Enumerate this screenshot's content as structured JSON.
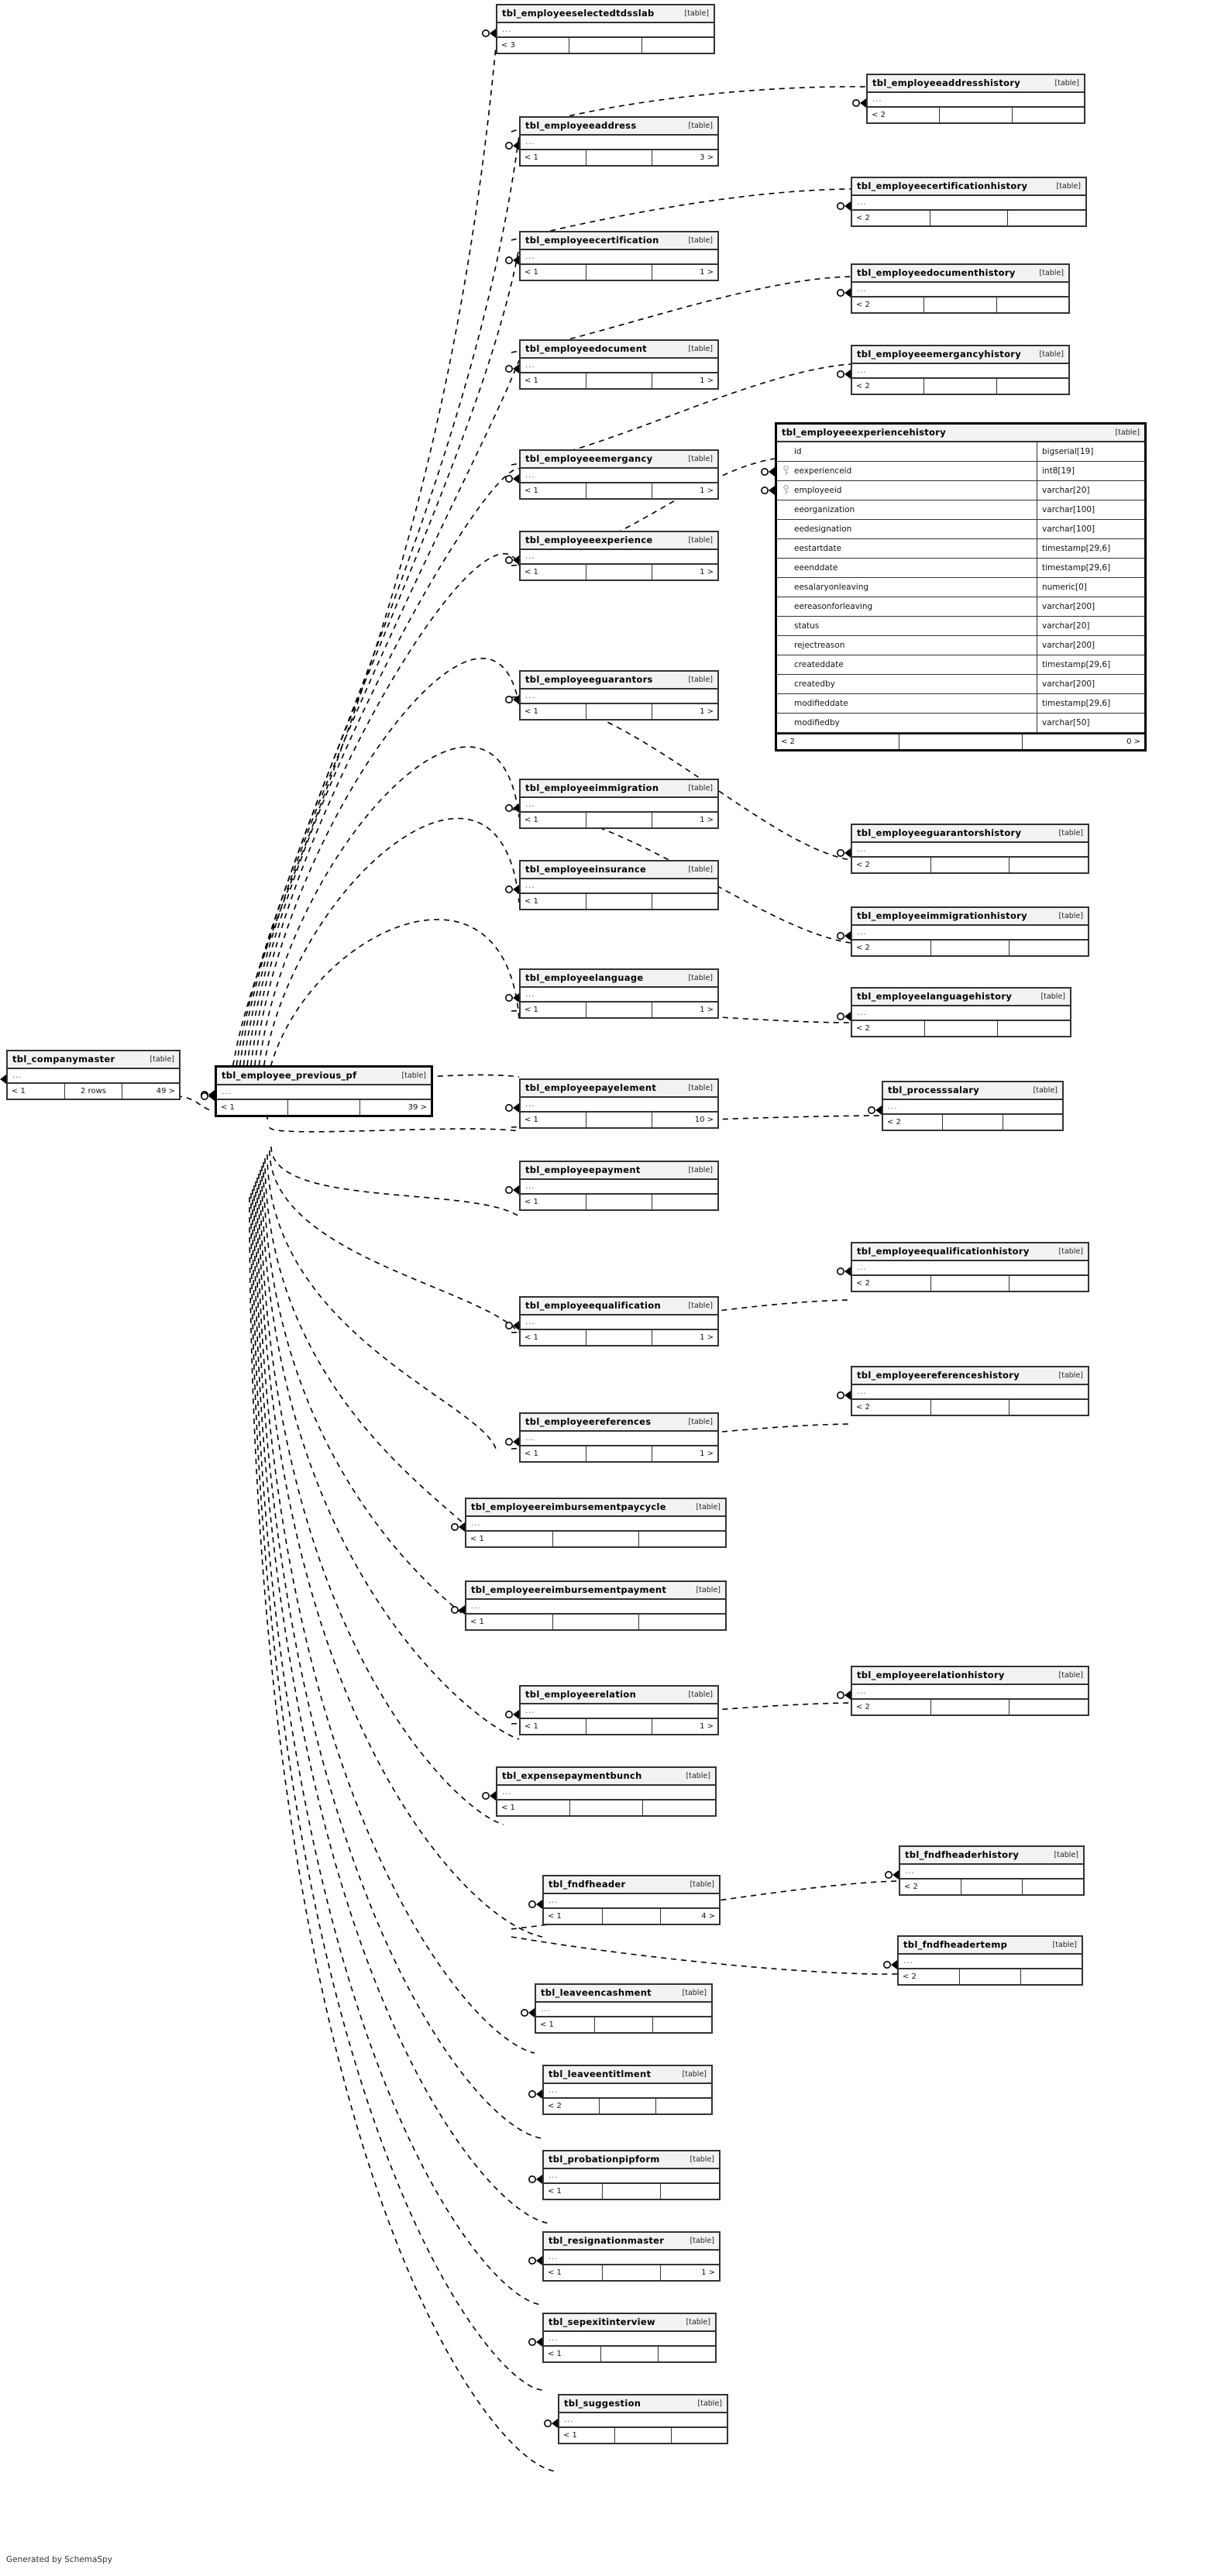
{
  "diagram": {
    "footer": "Generated by SchemaSpy",
    "table_tag": "[table]",
    "ellipsis": "...",
    "colors": {
      "header_bg": "#f2f2f2",
      "border": "#333333",
      "bold_border": "#000000",
      "text": "#000000",
      "edge": "#000000"
    }
  },
  "nodes": [
    {
      "id": "n0",
      "name": "tbl_employeeselectedtdsslab",
      "tag": "[table]",
      "left": "< 3",
      "mid": "",
      "right": ""
    },
    {
      "id": "n1",
      "name": "tbl_employeeaddresshistory",
      "tag": "[table]",
      "left": "< 2",
      "mid": "",
      "right": ""
    },
    {
      "id": "n2",
      "name": "tbl_employeeaddress",
      "tag": "[table]",
      "left": "< 1",
      "mid": "",
      "right": "3 >"
    },
    {
      "id": "n3",
      "name": "tbl_employeecertificationhistory",
      "tag": "[table]",
      "left": "< 2",
      "mid": "",
      "right": ""
    },
    {
      "id": "n4",
      "name": "tbl_employeecertification",
      "tag": "[table]",
      "left": "< 1",
      "mid": "",
      "right": "1 >"
    },
    {
      "id": "n5",
      "name": "tbl_employeedocumenthistory",
      "tag": "[table]",
      "left": "< 2",
      "mid": "",
      "right": ""
    },
    {
      "id": "n6",
      "name": "tbl_employeedocument",
      "tag": "[table]",
      "left": "< 1",
      "mid": "",
      "right": "1 >"
    },
    {
      "id": "n7",
      "name": "tbl_employeeemergancyhistory",
      "tag": "[table]",
      "left": "< 2",
      "mid": "",
      "right": ""
    },
    {
      "id": "n8",
      "name": "tbl_employeeemergancy",
      "tag": "[table]",
      "left": "< 1",
      "mid": "",
      "right": "1 >"
    },
    {
      "id": "n9",
      "name": "tbl_employeeexperience",
      "tag": "[table]",
      "left": "< 1",
      "mid": "",
      "right": "1 >"
    },
    {
      "id": "n10",
      "name": "tbl_employeeguarantors",
      "tag": "[table]",
      "left": "< 1",
      "mid": "",
      "right": "1 >"
    },
    {
      "id": "n11",
      "name": "tbl_employeeimmigration",
      "tag": "[table]",
      "left": "< 1",
      "mid": "",
      "right": "1 >"
    },
    {
      "id": "n12",
      "name": "tbl_employeeinsurance",
      "tag": "[table]",
      "left": "< 1",
      "mid": "",
      "right": ""
    },
    {
      "id": "n13",
      "name": "tbl_employeeguarantorshistory",
      "tag": "[table]",
      "left": "< 2",
      "mid": "",
      "right": ""
    },
    {
      "id": "n14",
      "name": "tbl_employeeimmigrationhistory",
      "tag": "[table]",
      "left": "< 2",
      "mid": "",
      "right": ""
    },
    {
      "id": "n15",
      "name": "tbl_employeelanguage",
      "tag": "[table]",
      "left": "< 1",
      "mid": "",
      "right": "1 >"
    },
    {
      "id": "n16",
      "name": "tbl_employeelanguagehistory",
      "tag": "[table]",
      "left": "< 2",
      "mid": "",
      "right": ""
    },
    {
      "id": "n17",
      "name": "tbl_companymaster",
      "tag": "[table]",
      "left": "< 1",
      "mid": "2 rows",
      "right": "49 >"
    },
    {
      "id": "n18",
      "name": "tbl_employee_previous_pf",
      "tag": "[table]",
      "left": "< 1",
      "mid": "",
      "right": "39 >"
    },
    {
      "id": "n19",
      "name": "tbl_employeepayelement",
      "tag": "[table]",
      "left": "< 1",
      "mid": "",
      "right": "10 >"
    },
    {
      "id": "n20",
      "name": "tbl_processsalary",
      "tag": "[table]",
      "left": "< 2",
      "mid": "",
      "right": ""
    },
    {
      "id": "n21",
      "name": "tbl_employeepayment",
      "tag": "[table]",
      "left": "< 1",
      "mid": "",
      "right": ""
    },
    {
      "id": "n22",
      "name": "tbl_employeequalificationhistory",
      "tag": "[table]",
      "left": "< 2",
      "mid": "",
      "right": ""
    },
    {
      "id": "n23",
      "name": "tbl_employeequalification",
      "tag": "[table]",
      "left": "< 1",
      "mid": "",
      "right": "1 >"
    },
    {
      "id": "n24",
      "name": "tbl_employeereferenceshistory",
      "tag": "[table]",
      "left": "< 2",
      "mid": "",
      "right": ""
    },
    {
      "id": "n25",
      "name": "tbl_employeereferences",
      "tag": "[table]",
      "left": "< 1",
      "mid": "",
      "right": "1 >"
    },
    {
      "id": "n26",
      "name": "tbl_employeereimbursementpaycycle",
      "tag": "[table]",
      "left": "< 1",
      "mid": "",
      "right": ""
    },
    {
      "id": "n27",
      "name": "tbl_employeereimbursementpayment",
      "tag": "[table]",
      "left": "< 1",
      "mid": "",
      "right": ""
    },
    {
      "id": "n28",
      "name": "tbl_employeerelationhistory",
      "tag": "[table]",
      "left": "< 2",
      "mid": "",
      "right": ""
    },
    {
      "id": "n29",
      "name": "tbl_employeerelation",
      "tag": "[table]",
      "left": "< 1",
      "mid": "",
      "right": "1 >"
    },
    {
      "id": "n30",
      "name": "tbl_expensepaymentbunch",
      "tag": "[table]",
      "left": "< 1",
      "mid": "",
      "right": ""
    },
    {
      "id": "n31",
      "name": "tbl_fndfheaderhistory",
      "tag": "[table]",
      "left": "< 2",
      "mid": "",
      "right": ""
    },
    {
      "id": "n32",
      "name": "tbl_fndfheader",
      "tag": "[table]",
      "left": "< 1",
      "mid": "",
      "right": "4 >"
    },
    {
      "id": "n33",
      "name": "tbl_fndfheadertemp",
      "tag": "[table]",
      "left": "< 2",
      "mid": "",
      "right": ""
    },
    {
      "id": "n34",
      "name": "tbl_leaveencashment",
      "tag": "[table]",
      "left": "< 1",
      "mid": "",
      "right": ""
    },
    {
      "id": "n35",
      "name": "tbl_leaveentitlment",
      "tag": "[table]",
      "left": "< 2",
      "mid": "",
      "right": ""
    },
    {
      "id": "n36",
      "name": "tbl_probationpipform",
      "tag": "[table]",
      "left": "< 1",
      "mid": "",
      "right": ""
    },
    {
      "id": "n37",
      "name": "tbl_resignationmaster",
      "tag": "[table]",
      "left": "< 1",
      "mid": "",
      "right": "1 >"
    },
    {
      "id": "n38",
      "name": "tbl_sepexitinterview",
      "tag": "[table]",
      "left": "< 1",
      "mid": "",
      "right": ""
    },
    {
      "id": "n39",
      "name": "tbl_suggestion",
      "tag": "[table]",
      "left": "< 1",
      "mid": "",
      "right": ""
    }
  ],
  "detail_table": {
    "name": "tbl_employeeexperiencehistory",
    "tag": "[table]",
    "foot_left": "< 2",
    "foot_mid": "",
    "foot_right": "0 >",
    "columns": [
      {
        "name": "id",
        "type": "bigserial[19]",
        "key": false
      },
      {
        "name": "eexperienceid",
        "type": "int8[19]",
        "key": true
      },
      {
        "name": "employeeid",
        "type": "varchar[20]",
        "key": true
      },
      {
        "name": "eeorganization",
        "type": "varchar[100]",
        "key": false
      },
      {
        "name": "eedesignation",
        "type": "varchar[100]",
        "key": false
      },
      {
        "name": "eestartdate",
        "type": "timestamp[29,6]",
        "key": false
      },
      {
        "name": "eeenddate",
        "type": "timestamp[29,6]",
        "key": false
      },
      {
        "name": "eesalaryonleaving",
        "type": "numeric[0]",
        "key": false
      },
      {
        "name": "eereasonforleaving",
        "type": "varchar[200]",
        "key": false
      },
      {
        "name": "status",
        "type": "varchar[20]",
        "key": false
      },
      {
        "name": "rejectreason",
        "type": "varchar[200]",
        "key": false
      },
      {
        "name": "createddate",
        "type": "timestamp[29,6]",
        "key": false
      },
      {
        "name": "createdby",
        "type": "varchar[200]",
        "key": false
      },
      {
        "name": "modifieddate",
        "type": "timestamp[29,6]",
        "key": false
      },
      {
        "name": "modifiedby",
        "type": "varchar[50]",
        "key": false
      }
    ]
  }
}
